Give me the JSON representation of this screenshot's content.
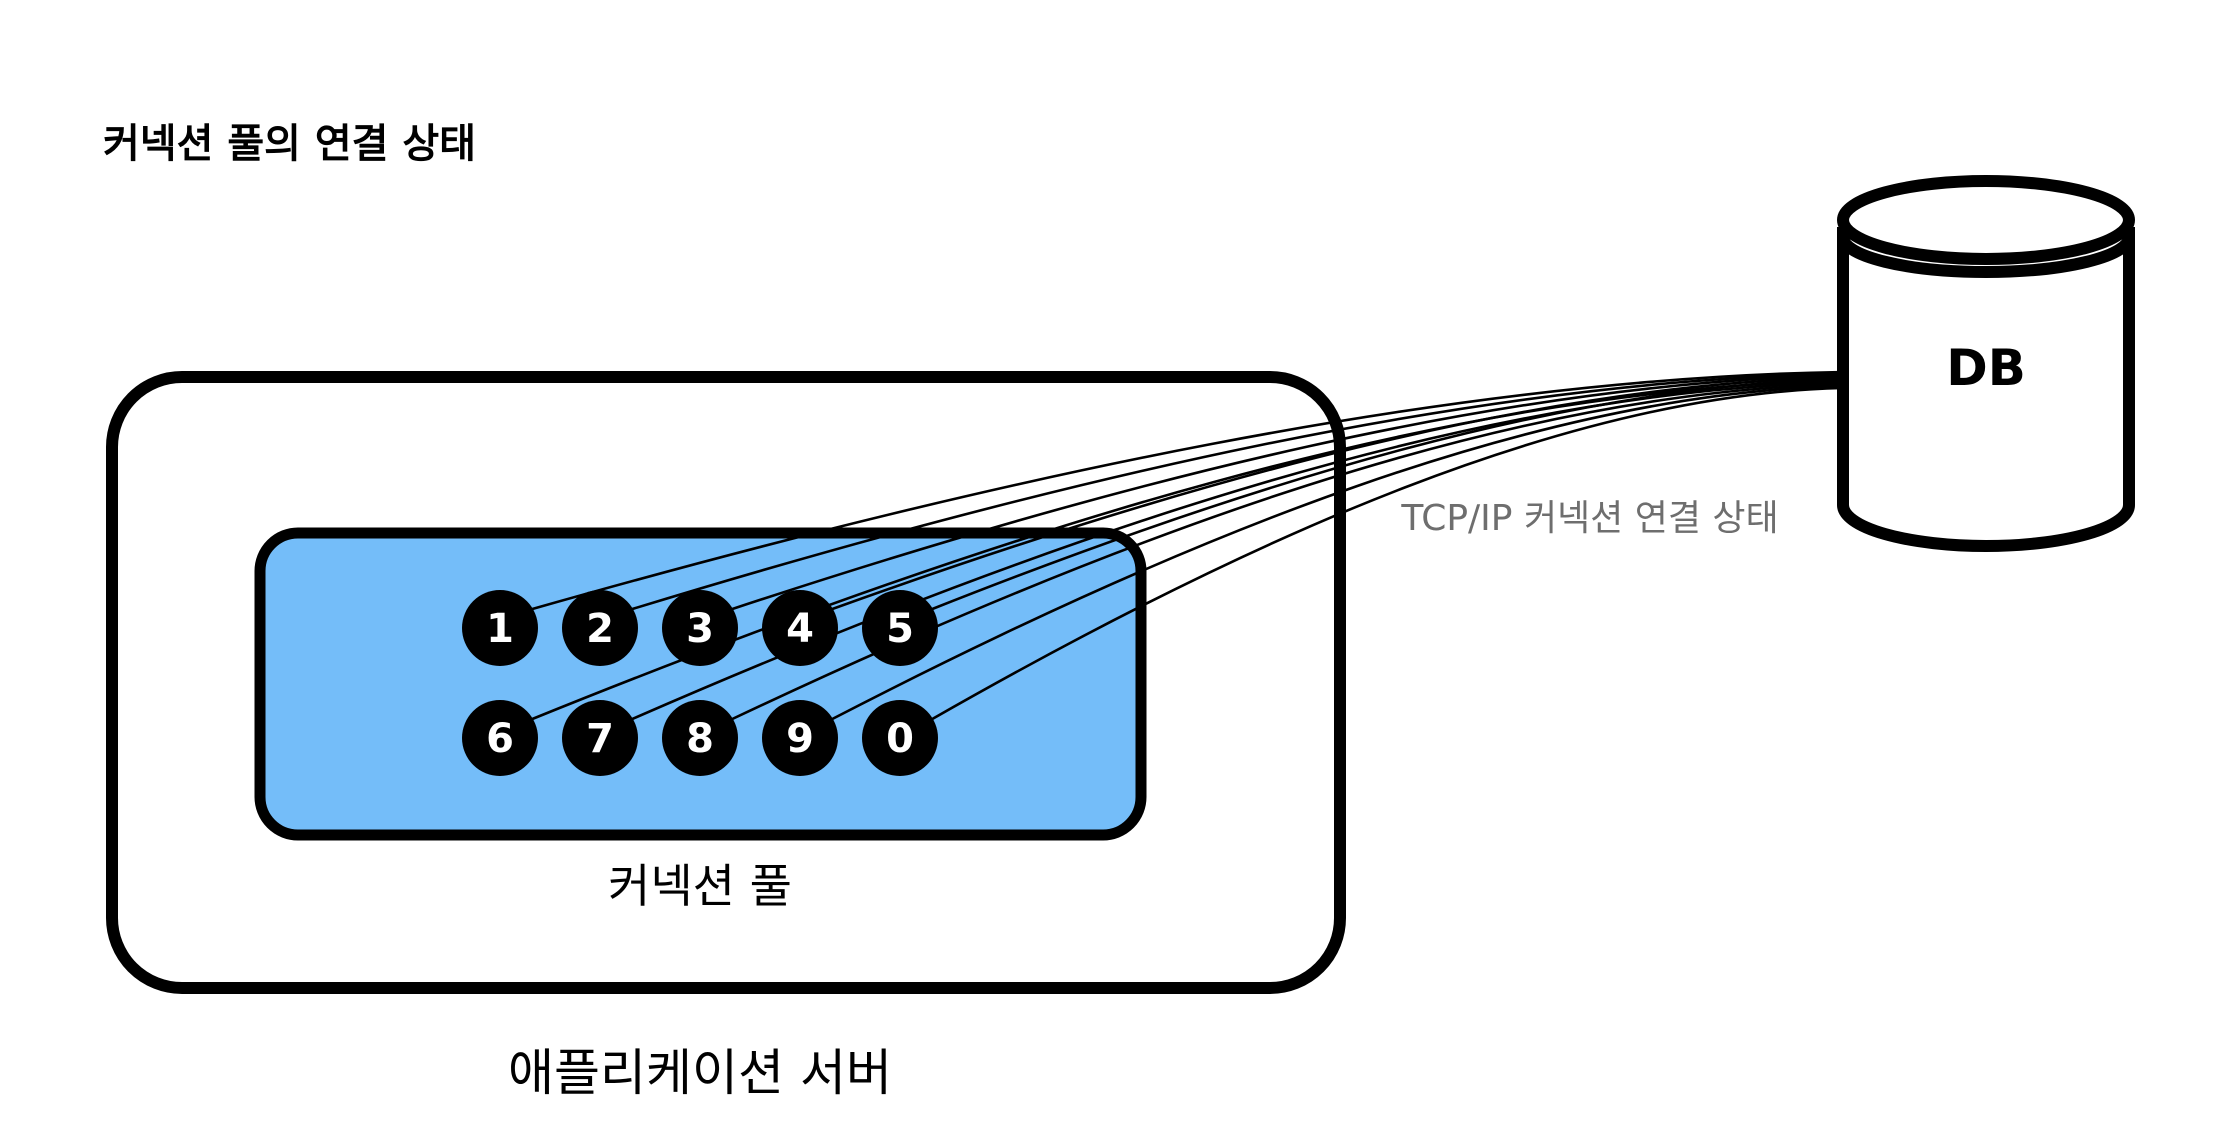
{
  "title": "커넥션 풀의 연결 상태",
  "app_server_label": "애플리케이션 서버",
  "pool_label": "커넥션 풀",
  "db_label": "DB",
  "tcp_label": "TCP/IP 커넥션 연결 상태",
  "connections_row1": [
    "1",
    "2",
    "3",
    "4",
    "5"
  ],
  "connections_row2": [
    "6",
    "7",
    "8",
    "9",
    "0"
  ],
  "colors": {
    "pool_fill": "#74BDF9",
    "stroke": "#000000",
    "connection_fill": "#000000",
    "connection_text": "#ffffff",
    "tcp_label": "#6e6e6e"
  },
  "icons": {
    "db": "database-cylinder-icon"
  }
}
